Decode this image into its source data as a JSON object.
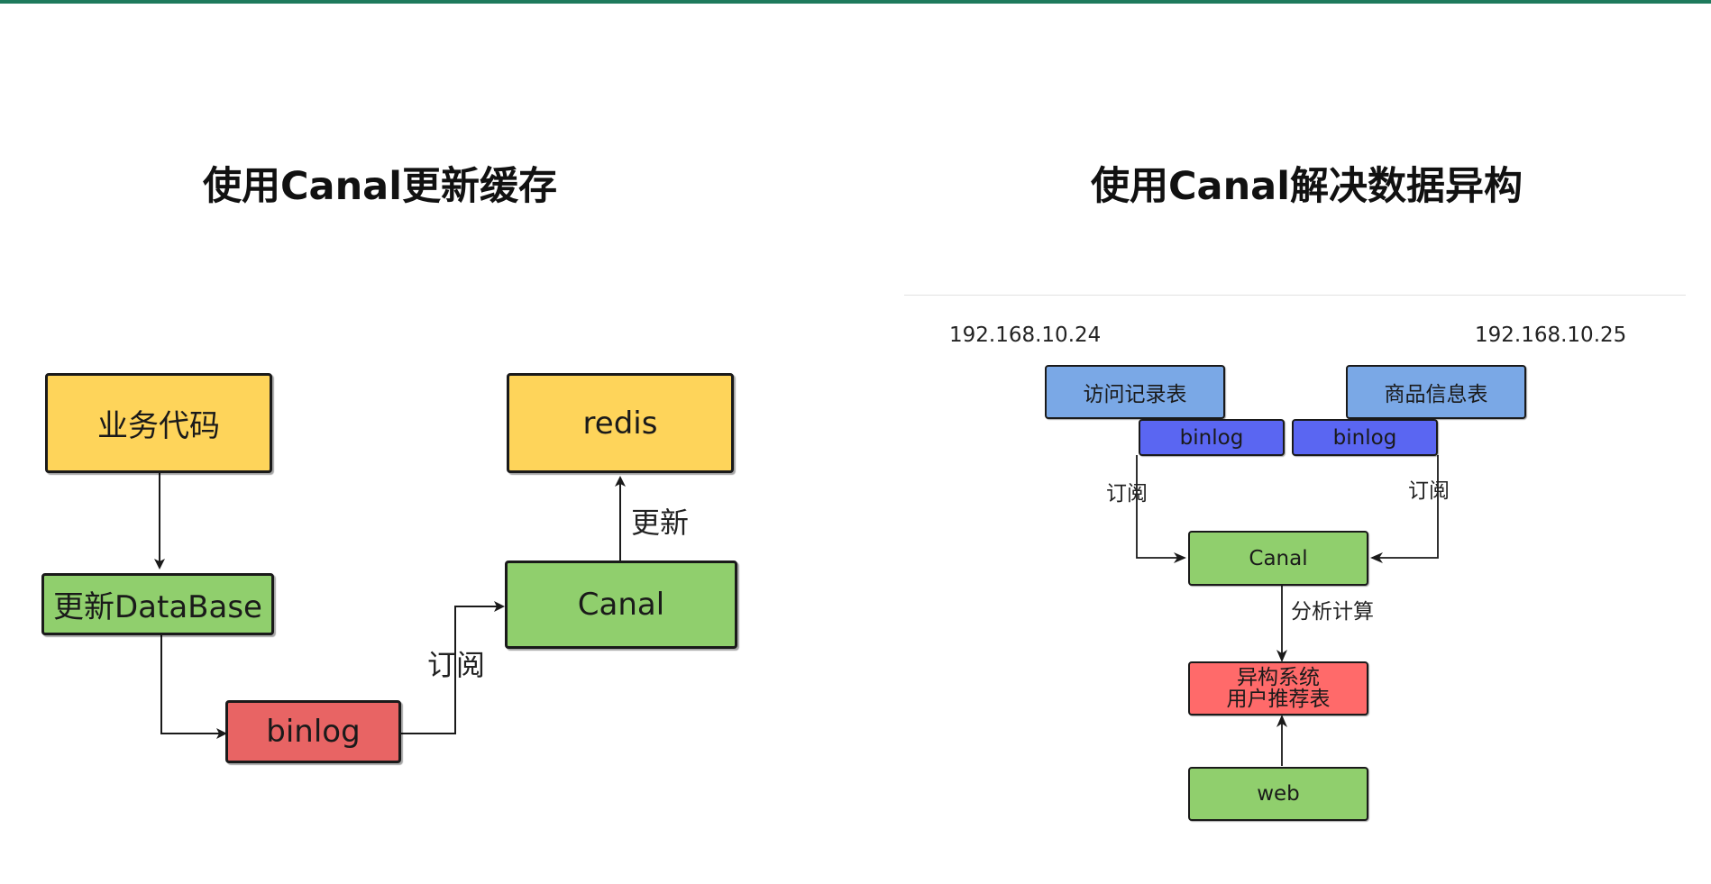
{
  "left": {
    "title": "使用Canal更新缓存",
    "nodes": {
      "business_code": "业务代码",
      "update_db": "更新DataBase",
      "binlog": "binlog",
      "canal": "Canal",
      "redis": "redis"
    },
    "edges": {
      "subscribe": "订阅",
      "update": "更新"
    }
  },
  "right": {
    "title": "使用Canal解决数据异构",
    "ip_left": "192.168.10.24",
    "ip_right": "192.168.10.25",
    "nodes": {
      "access_table": "访问记录表",
      "binlog_left": "binlog",
      "product_table": "商品信息表",
      "binlog_right": "binlog",
      "canal": "Canal",
      "hetero_line1": "异构系统",
      "hetero_line2": "用户推荐表",
      "web": "web"
    },
    "edges": {
      "subscribe_left": "订阅",
      "subscribe_right": "订阅",
      "analysis": "分析计算"
    }
  },
  "colors": {
    "accent_bar": "#1e7a5c",
    "yellow": "#fed45a",
    "green": "#90cf6d",
    "red": "#e86464",
    "light_blue": "#7aa8e6",
    "blue": "#5a66f2"
  }
}
